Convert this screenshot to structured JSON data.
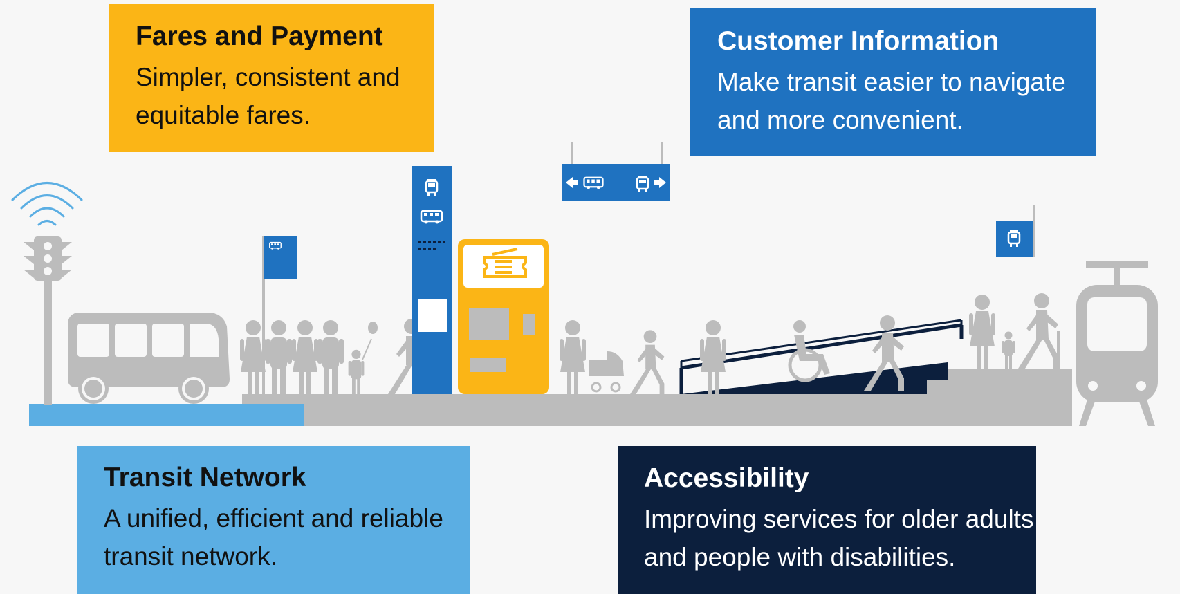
{
  "colors": {
    "background": "#f7f7f7",
    "gray": "#bcbcbc",
    "yellow": "#fbb516",
    "blue": "#1f72c0",
    "light_blue": "#5baee3",
    "navy": "#0c1f3d"
  },
  "fares": {
    "title": "Fares and Payment",
    "desc_line1": "Simpler, consistent and",
    "desc_line2": "equitable fares."
  },
  "customer": {
    "title": "Customer Information",
    "desc_line1": "Make transit easier to navigate",
    "desc_line2": "and more convenient."
  },
  "network": {
    "title": "Transit Network",
    "desc_line1": "A unified, efficient and reliable",
    "desc_line2": "transit network."
  },
  "access": {
    "title": "Accessibility",
    "desc_line1": "Improving services for older adults",
    "desc_line2": "and people with disabilities."
  },
  "icons": [
    "wifi-icon",
    "traffic-light-icon",
    "bus-icon",
    "bus-stop-sign-icon",
    "tram-icon",
    "ticket-icon",
    "wheelchair-icon",
    "arrow-left-icon",
    "arrow-right-icon"
  ]
}
